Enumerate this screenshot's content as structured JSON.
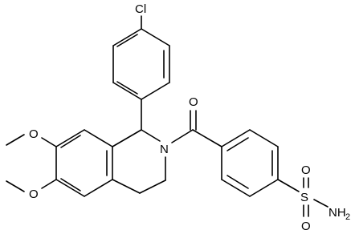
{
  "labels": {
    "chlorine": "Cl",
    "nitrogen_ring": "N",
    "carbonyl_oxygen": "O",
    "methoxy_oxygen_top": "O",
    "methoxy_oxygen_bottom": "O",
    "sulfur": "S",
    "sulfonyl_oxygen_top": "O",
    "sulfonyl_oxygen_bottom": "O",
    "amine_main": "NH",
    "amine_sub": "2"
  }
}
